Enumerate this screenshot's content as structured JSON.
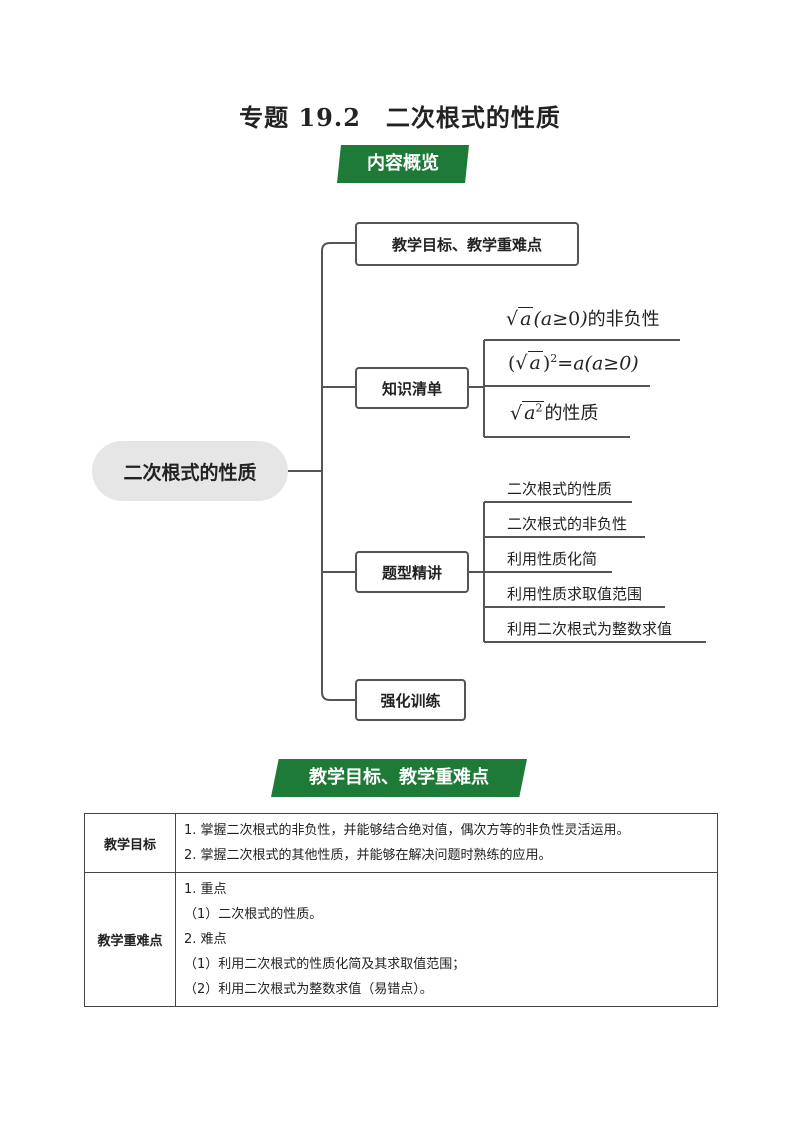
{
  "title": "专题 19.2　二次根式的性质",
  "banners": {
    "overview": "内容概览",
    "goals": "教学目标、教学重难点"
  },
  "mindmap": {
    "root": "二次根式的性质",
    "branches": [
      {
        "label": "教学目标、教学重难点"
      },
      {
        "label": "知识清单",
        "math": {
          "m1_tail": "的非负性",
          "m2_eq": "=a(a≥0)",
          "m3_tail": "的性质"
        }
      },
      {
        "label": "题型精讲",
        "items": [
          "二次根式的性质",
          "二次根式的非负性",
          "利用性质化简",
          "利用性质求取值范围",
          "利用二次根式为整数求值"
        ]
      },
      {
        "label": "强化训练"
      }
    ]
  },
  "table": {
    "rows": [
      {
        "header": "教学目标",
        "lines": [
          "1. 掌握二次根式的非负性，并能够结合绝对值，偶次方等的非负性灵活运用。",
          "2. 掌握二次根式的其他性质，并能够在解决问题时熟练的应用。"
        ]
      },
      {
        "header": "教学重难点",
        "lines": [
          "1. 重点",
          "（1）二次根式的性质。",
          "2. 难点",
          "（1）利用二次根式的性质化简及其求取值范围；",
          "（2）利用二次根式为整数求值（易错点）。"
        ]
      }
    ]
  }
}
